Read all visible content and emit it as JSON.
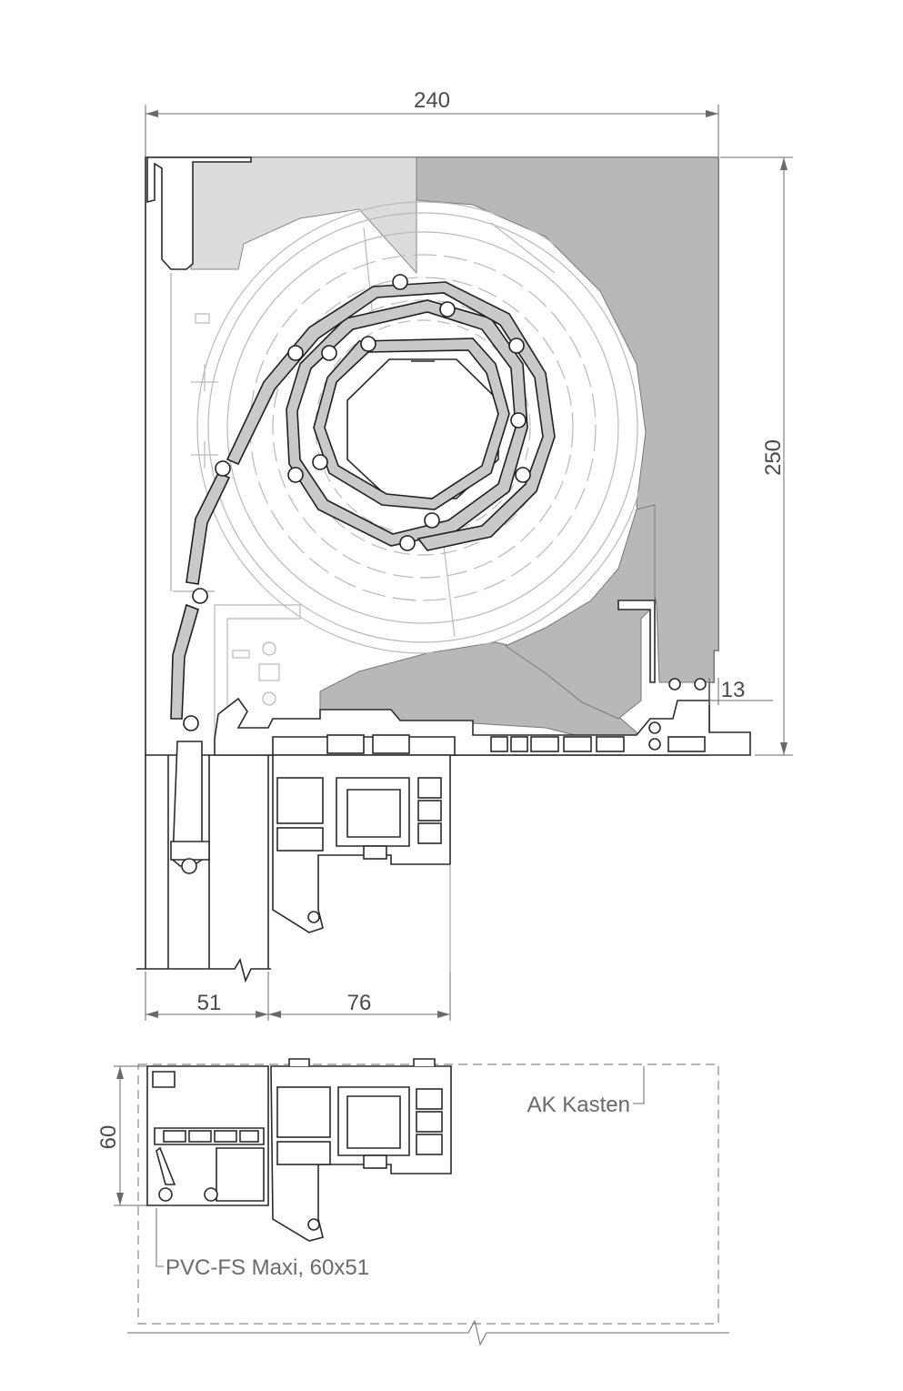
{
  "dimensions": {
    "width_top": "240",
    "height_right": "250",
    "guide_gap": "13",
    "frame_depth": "51",
    "sash_depth": "76",
    "bottom_height": "60"
  },
  "labels": {
    "box": "AK Kasten",
    "frame": "PVC-FS Maxi, 60x51"
  },
  "colors": {
    "insulation_light": "#dcdcdc",
    "insulation_dark": "#b8b8b8",
    "slat_fill": "#c9c9c9",
    "line": "#2a2a2a"
  }
}
